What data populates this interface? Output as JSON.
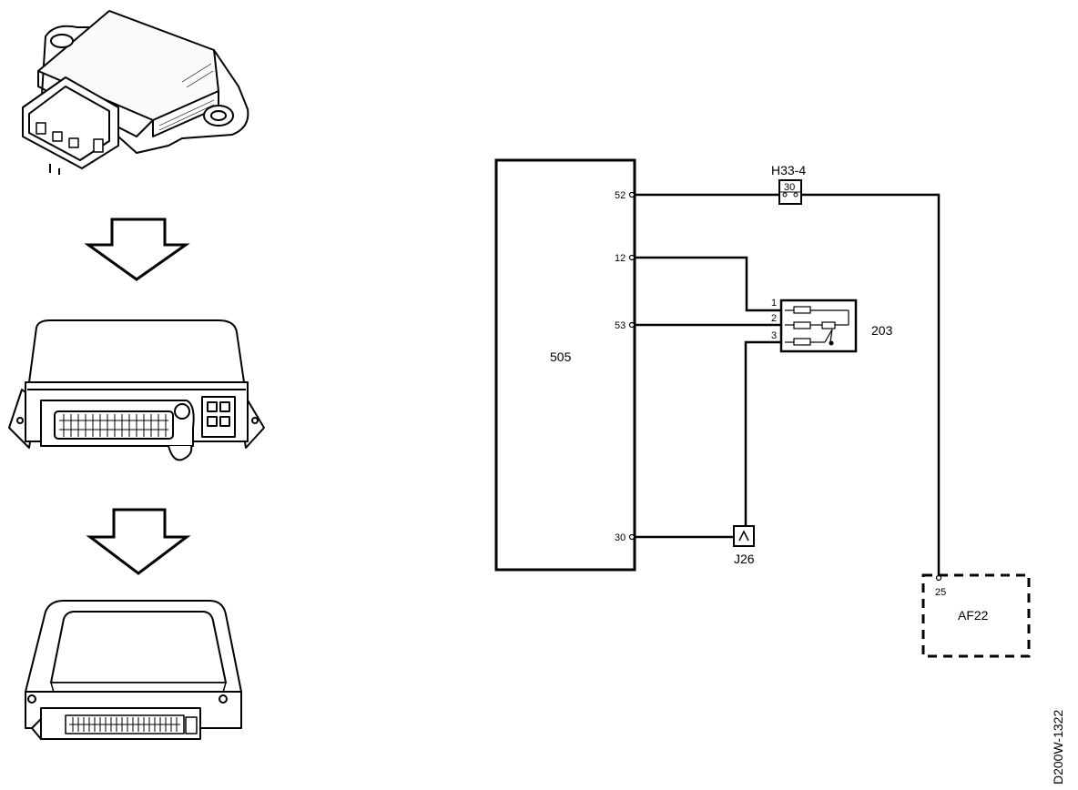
{
  "diagram": {
    "components": {
      "ecu": {
        "id": "505",
        "pins": [
          "52",
          "12",
          "53",
          "30"
        ]
      },
      "throttle_sensor": {
        "id": "203",
        "pins": [
          "1",
          "2",
          "3"
        ]
      },
      "connector_h33": {
        "id": "H33-4",
        "pin": "30"
      },
      "ground_point": {
        "id": "J26"
      },
      "module_af22": {
        "id": "AF22",
        "pin": "25"
      }
    },
    "drawing_code": "D200W-1322",
    "illustrations": {
      "sensor": "throttle-position-sensor",
      "control_unit_old": "ecu-box-old",
      "control_unit_new": "ecu-box-new",
      "arrow": "down-arrow"
    },
    "colors": {
      "ink": "#000000",
      "paper": "#ffffff"
    }
  }
}
